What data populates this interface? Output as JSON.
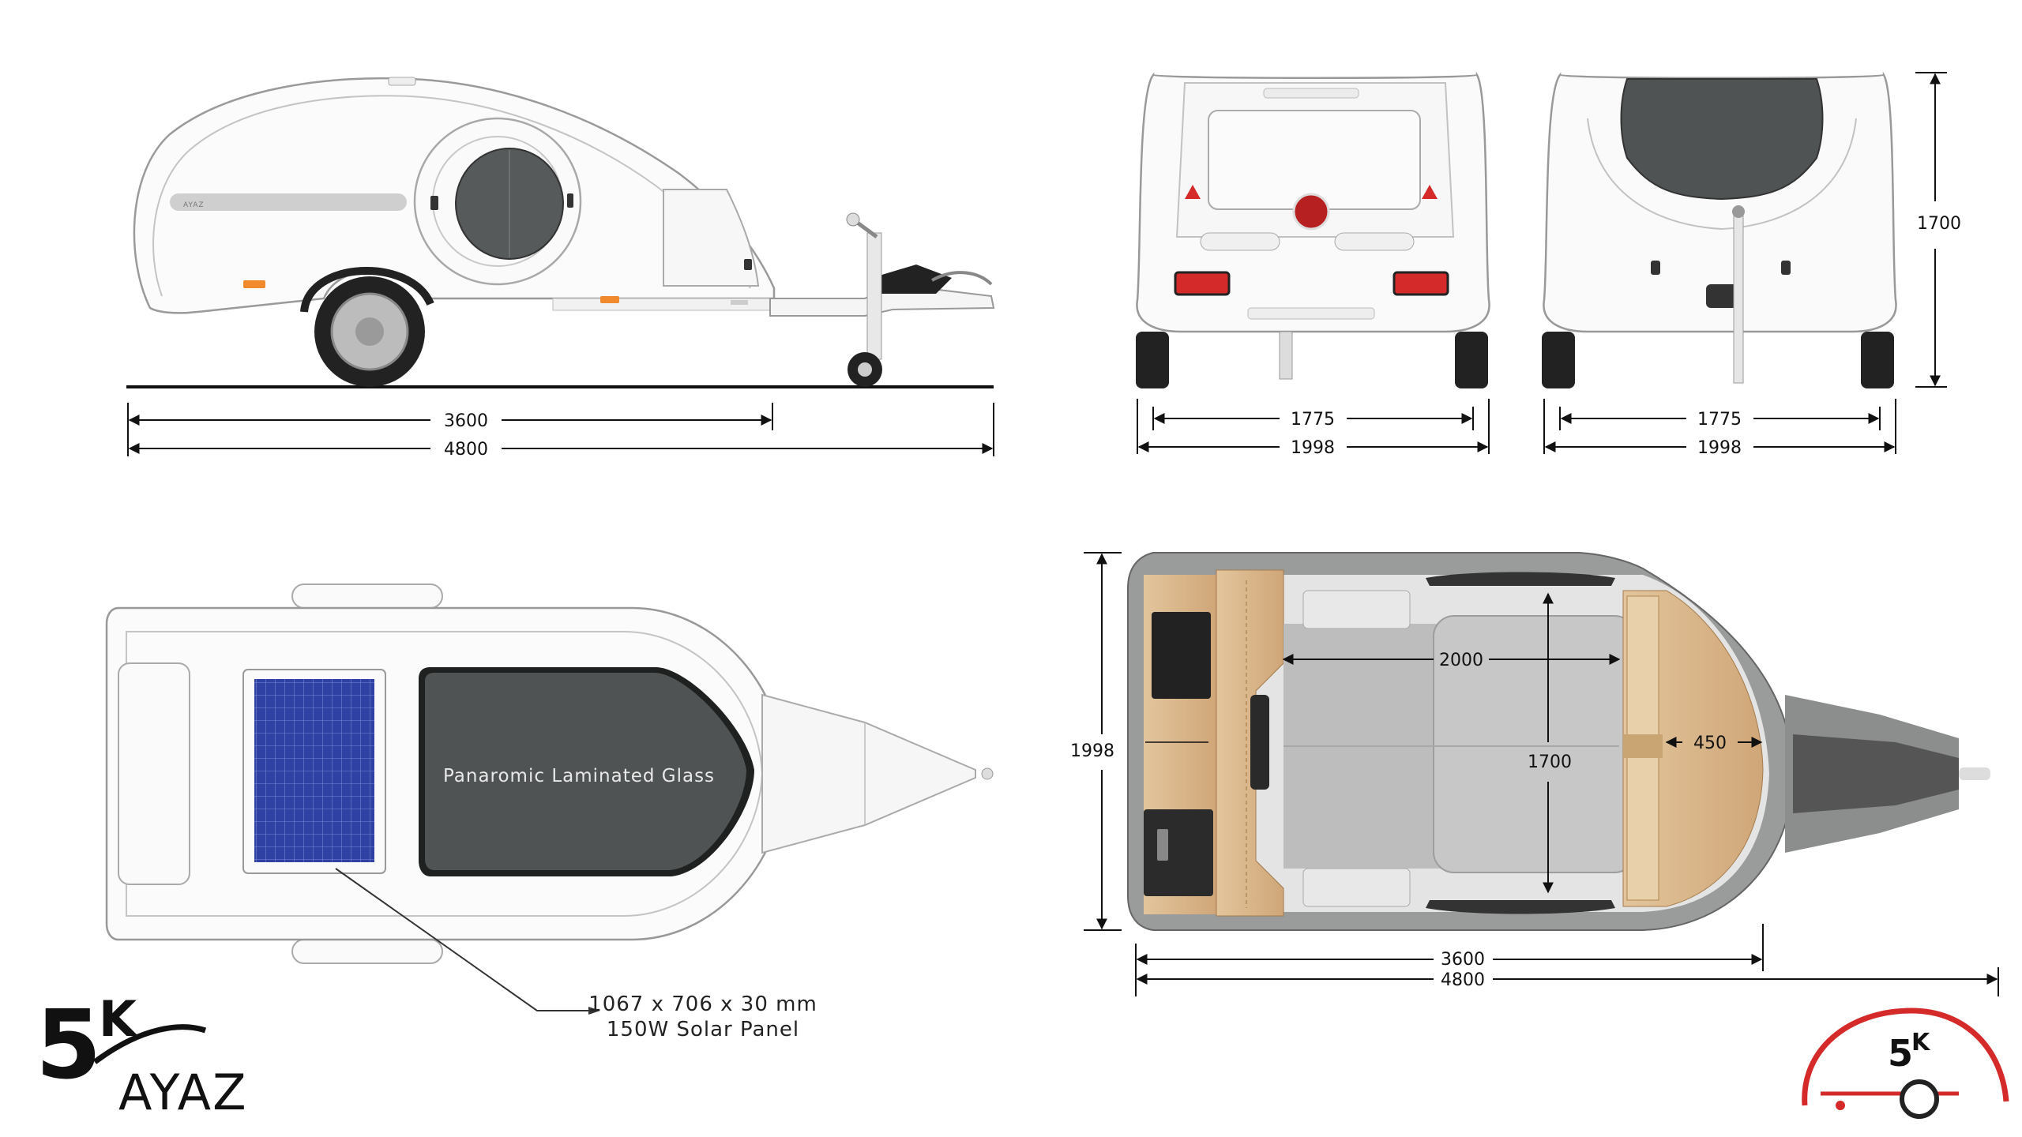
{
  "dimensions": {
    "side_body_length": "3600",
    "side_total_length": "4800",
    "rear_track": "1775",
    "rear_width": "1998",
    "front_track": "1775",
    "front_width": "1998",
    "height": "1700",
    "plan_width": "1998",
    "bed_length": "2000",
    "bed_width": "1700",
    "galley_depth": "450",
    "plan_body_length": "3600",
    "plan_total_length": "4800"
  },
  "labels": {
    "glass": "Panaromic Laminated Glass",
    "solar_size": "1067 x 706 x 30 mm",
    "solar_desc": "150W  Solar Panel",
    "side_badge": "AYAZ"
  },
  "brand": {
    "primary": "5",
    "superscript": "K",
    "wordmark": "AYAZ"
  },
  "colors": {
    "accent_red": "#d42a2a",
    "glass_gray": "#4f5353",
    "solar_blue": "#2f3f9e",
    "wood": "#d9b98c",
    "fabric": "#bdbdbd",
    "amber": "#f08a2c"
  }
}
